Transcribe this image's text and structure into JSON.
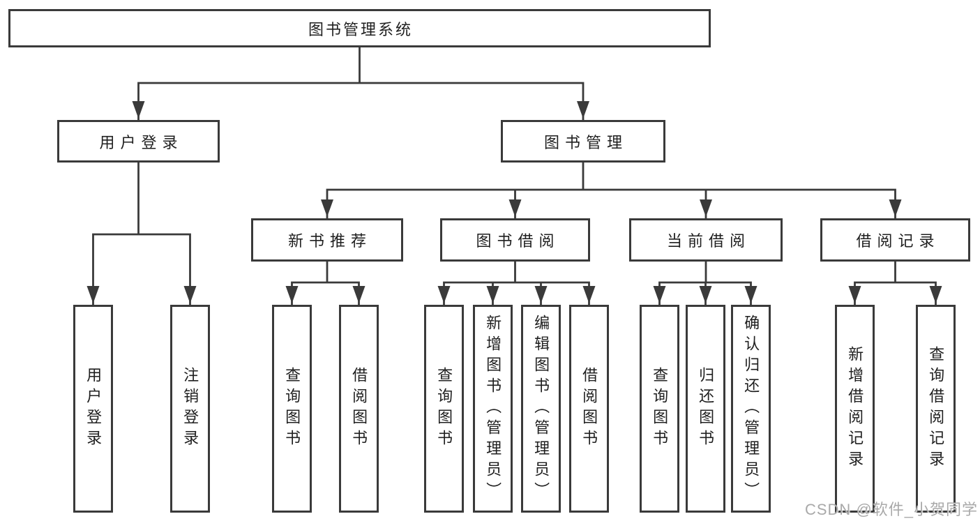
{
  "colors": {
    "line": "#3a3a3a",
    "text": "#1f1f1f",
    "background": "#ffffff",
    "watermark": "#a9a9a9"
  },
  "watermark": {
    "text": "CSDN @软件_小贺同学"
  },
  "tree": {
    "root": {
      "label": "图书管理系统",
      "children": [
        {
          "label": "用户登录",
          "children": [
            {
              "label": "用户登录"
            },
            {
              "label": "注销登录"
            }
          ]
        },
        {
          "label": "图书管理",
          "children": [
            {
              "label": "新书推荐",
              "children": [
                {
                  "label": "查询图书"
                },
                {
                  "label": "借阅图书"
                }
              ]
            },
            {
              "label": "图书借阅",
              "children": [
                {
                  "label": "查询图书"
                },
                {
                  "label": "新增图书（管理员）"
                },
                {
                  "label": "编辑图书（管理员）"
                },
                {
                  "label": "借阅图书"
                }
              ]
            },
            {
              "label": "当前借阅",
              "children": [
                {
                  "label": "查询图书"
                },
                {
                  "label": "归还图书"
                },
                {
                  "label": "确认归还（管理员）"
                }
              ]
            },
            {
              "label": "借阅记录",
              "children": [
                {
                  "label": "新增借阅记录"
                },
                {
                  "label": "查询借阅记录"
                }
              ]
            }
          ]
        }
      ]
    }
  }
}
